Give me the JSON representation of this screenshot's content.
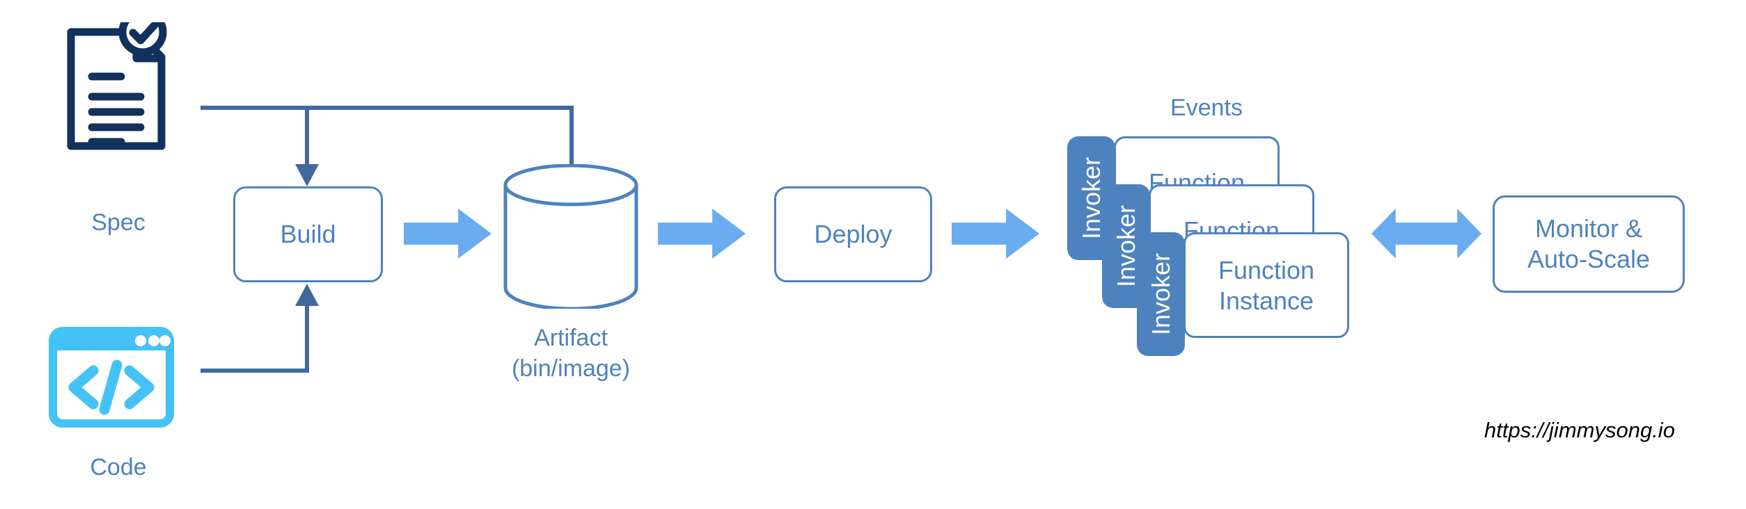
{
  "diagram": {
    "title_watermark": "https://jimmysong.io",
    "sources": [
      {
        "id": "spec",
        "label": "Spec",
        "icon": "document-check-icon",
        "icon_color": "#12315C"
      },
      {
        "id": "code",
        "label": "Code",
        "icon": "code-window-icon",
        "icon_color": "#45C2F5"
      }
    ],
    "nodes": [
      {
        "id": "build",
        "label": "Build",
        "shape": "rounded-rect"
      },
      {
        "id": "artifact",
        "label": "Artifact\n(bin/image)",
        "shape": "cylinder"
      },
      {
        "id": "deploy",
        "label": "Deploy",
        "shape": "rounded-rect"
      },
      {
        "id": "monitor",
        "label": "Monitor &\nAuto-Scale",
        "shape": "rounded-rect"
      }
    ],
    "events_label": "Events",
    "function_stack": [
      {
        "invoker_label": "Invoker",
        "function_label": "Function"
      },
      {
        "invoker_label": "Invoker",
        "function_label": "Function"
      },
      {
        "invoker_label": "Invoker",
        "function_label": "Function\nInstance"
      }
    ],
    "arrows": [
      {
        "id": "build-to-artifact",
        "kind": "block-right"
      },
      {
        "id": "artifact-to-deploy",
        "kind": "block-right"
      },
      {
        "id": "deploy-to-functions",
        "kind": "block-right"
      },
      {
        "id": "functions-to-monitor",
        "kind": "block-bidirectional"
      },
      {
        "id": "spec-to-build",
        "kind": "line-arrow-down"
      },
      {
        "id": "spec-to-artifact",
        "kind": "line-arrow-down"
      },
      {
        "id": "code-to-build",
        "kind": "line-arrow-up"
      }
    ],
    "colors": {
      "accent_blue": "#4E82BE",
      "arrow_blue": "#6AACF0",
      "line_blue": "#41699F",
      "navy": "#12315C",
      "cyan": "#45C2F5",
      "background": "#FFFFFF"
    }
  }
}
